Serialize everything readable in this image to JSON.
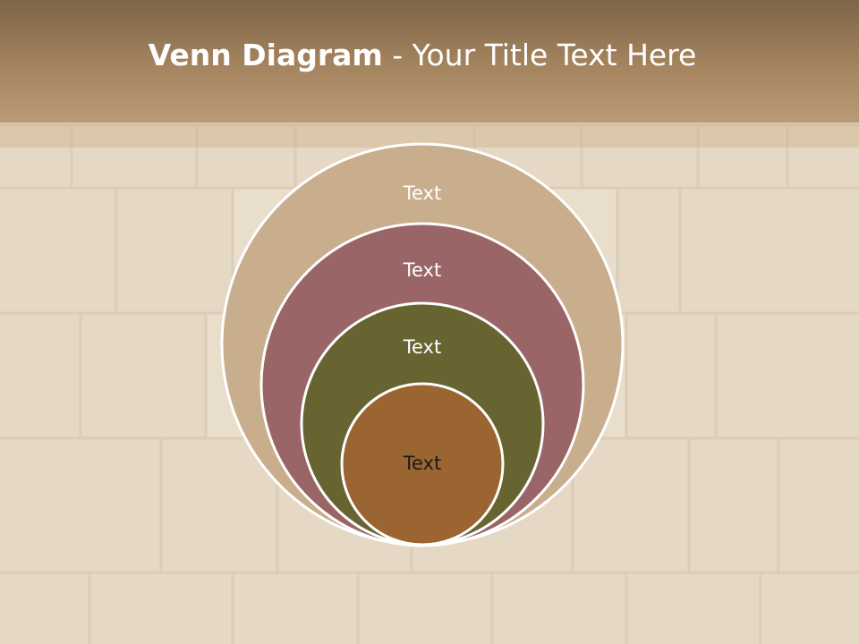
{
  "slide": {
    "title_bold": "Venn Diagram",
    "title_rest": " - Your Title Text Here"
  },
  "venn": {
    "rings": [
      {
        "label": "Text",
        "fill": "#c9ae8e",
        "text_color": "#ffffff"
      },
      {
        "label": "Text",
        "fill": "#9a6566",
        "text_color": "#ffffff"
      },
      {
        "label": "Text",
        "fill": "#676432",
        "text_color": "#ffffff"
      },
      {
        "label": "Text",
        "fill": "#9b6531",
        "text_color": "#1b1b1b"
      }
    ],
    "outline_color": "#ffffff"
  },
  "colors": {
    "title_bar": "#a5855f",
    "wall_stone": "#e1d3bd"
  }
}
